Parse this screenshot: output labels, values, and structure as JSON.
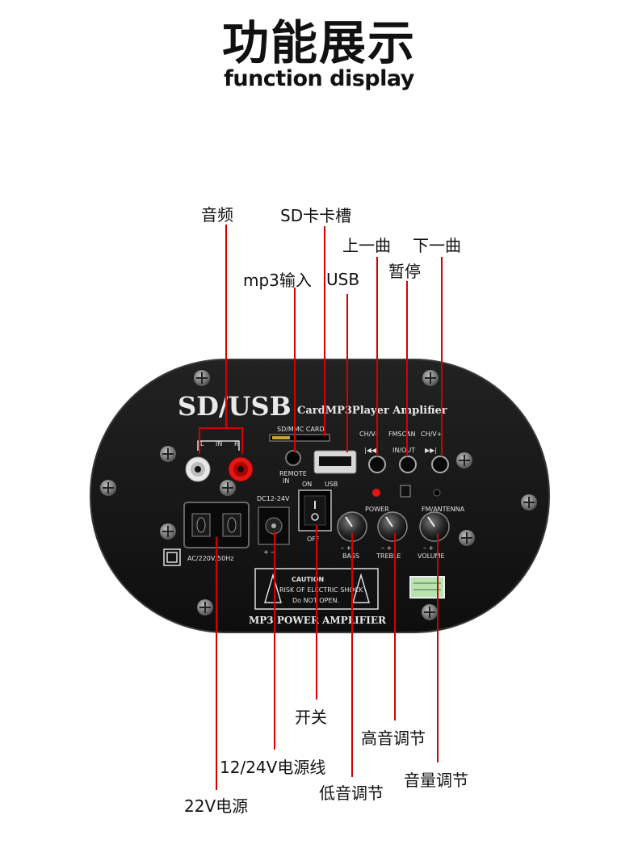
{
  "header": {
    "title_cn": "功能展示",
    "title_en": "function display"
  },
  "callouts": {
    "audio": "音频",
    "sd_slot": "SD卡卡槽",
    "prev": "上一曲",
    "next": "下一曲",
    "pause": "暂停",
    "mp3_input": "mp3输入",
    "usb": "USB",
    "power_switch": "开关",
    "treble_adjust": "高音调节",
    "dc_cable": "12/24V电源线",
    "volume_adjust": "音量调节",
    "ac_power": "22V电源",
    "bass_adjust": "低音调节"
  },
  "panel": {
    "brand": "SD/USB",
    "model": "CardMP3Player Amplifier",
    "sd_label": "SD/MMC CARD",
    "l_label": "L",
    "in_label": "IN",
    "r_label": "R",
    "remote_label": "REMOTE",
    "usb_label": "USB",
    "ch_minus": "CH/V-",
    "fm_scan": "FMSCAN",
    "ch_plus": "CH/V+",
    "in_out": "IN/OUT",
    "power_led": "POWER",
    "fm_antenna": "FM/ANTENNA",
    "dc_label": "DC12-24V",
    "on_label": "ON",
    "off_label": "OFF",
    "bass_label": "BASS",
    "treble_label": "TREBLE",
    "volume_label": "VOLUME",
    "ac_label": "AC/220V/50Hz",
    "caution_title": "CAUTION",
    "caution_line1": "RISK OF ELECTRIC SHOCK",
    "caution_line2": "Do NOT OPEN.",
    "footer": "MP3 POWER AMPLIFIER"
  },
  "colors": {
    "leader_line": "#d40000",
    "panel_body": "#151515",
    "panel_text": "#e6e6e6"
  }
}
